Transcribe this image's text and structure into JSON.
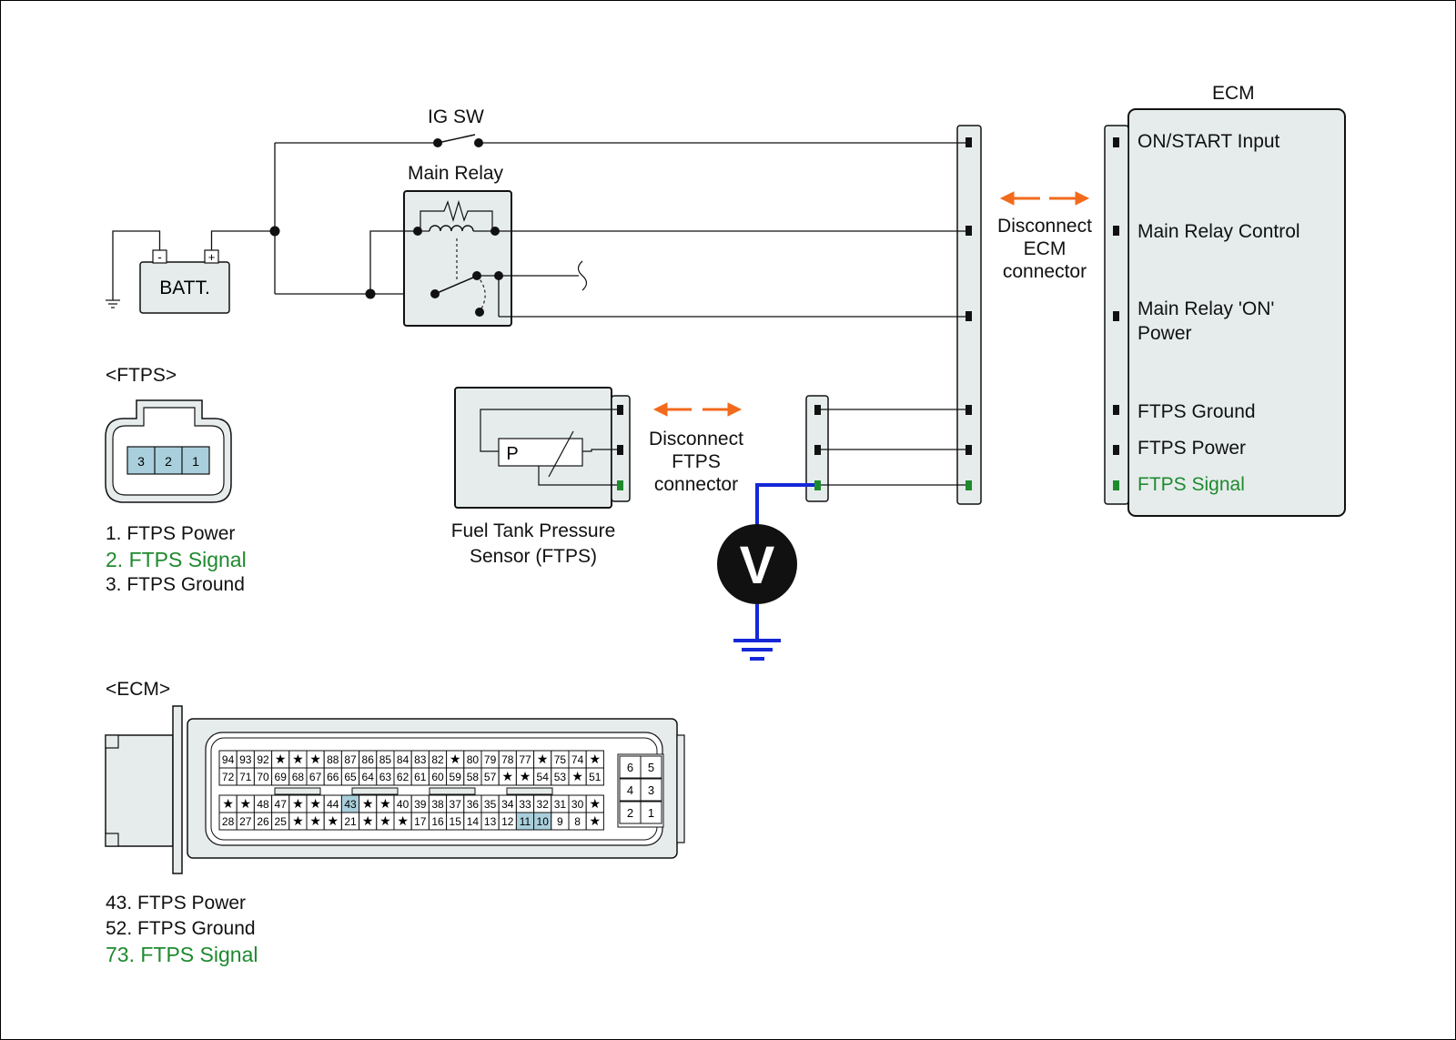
{
  "labels": {
    "ig_sw": "IG SW",
    "main_relay": "Main Relay",
    "batt": "BATT.",
    "ecm_title": "ECM",
    "disconnect_ecm": [
      "Disconnect",
      "ECM",
      "connector"
    ],
    "disconnect_ftps": [
      "Disconnect",
      "FTPS",
      "connector"
    ],
    "sensor_name": [
      "Fuel Tank Pressure",
      "Sensor (FTPS)"
    ],
    "sensor_p": "P",
    "voltmeter": "V",
    "batt_minus": "-",
    "batt_plus": "+"
  },
  "ecm_pins": [
    {
      "label": "ON/START Input",
      "color": "#111111"
    },
    {
      "label": "Main Relay Control",
      "color": "#111111"
    },
    {
      "label": "Main Relay 'ON'\nPower",
      "color": "#111111"
    },
    {
      "label": "FTPS Ground",
      "color": "#111111"
    },
    {
      "label": "FTPS Power",
      "color": "#111111"
    },
    {
      "label": "FTPS Signal",
      "color": "#1e8a2e"
    }
  ],
  "ftps_connector": {
    "title": "<FTPS>",
    "pins": [
      "3",
      "2",
      "1"
    ],
    "legend": [
      {
        "text": "1. FTPS Power",
        "highlight": false
      },
      {
        "text": "2. FTPS Signal",
        "highlight": true
      },
      {
        "text": "3. FTPS Ground",
        "highlight": false
      }
    ]
  },
  "ecm_connector": {
    "title": "<ECM>",
    "rows": [
      [
        "94",
        "93",
        "92",
        "★",
        "★",
        "★",
        "88",
        "87",
        "86",
        "85",
        "84",
        "83",
        "82",
        "★",
        "80",
        "79",
        "78",
        "77",
        "★",
        "75",
        "74",
        "★"
      ],
      [
        "72",
        "71",
        "70",
        "69",
        "68",
        "67",
        "66",
        "65",
        "64",
        "63",
        "62",
        "61",
        "60",
        "59",
        "58",
        "57",
        "★",
        "★",
        "54",
        "53",
        "★",
        "51"
      ],
      [
        "★",
        "★",
        "48",
        "47",
        "★",
        "★",
        "44",
        "43",
        "★",
        "★",
        "40",
        "39",
        "38",
        "37",
        "36",
        "35",
        "34",
        "33",
        "32",
        "31",
        "30",
        "★"
      ],
      [
        "28",
        "27",
        "26",
        "25",
        "★",
        "★",
        "★",
        "21",
        "★",
        "★",
        "★",
        "17",
        "16",
        "15",
        "14",
        "13",
        "12",
        "11",
        "10",
        "9",
        "8",
        "★"
      ]
    ],
    "highlighted": [
      "43",
      "11",
      "10"
    ],
    "side_pins": [
      [
        "6",
        "5"
      ],
      [
        "4",
        "3"
      ],
      [
        "2",
        "1"
      ]
    ],
    "legend": [
      {
        "text": "43. FTPS Power",
        "highlight": false
      },
      {
        "text": "52. FTPS Ground",
        "highlight": false
      },
      {
        "text": "73. FTPS Signal",
        "highlight": true
      }
    ]
  },
  "colors": {
    "wire": "#111111",
    "probe_wire": "#1428d8",
    "arrow": "#f26a1b",
    "signal": "#1e8a2e",
    "box_fill": "#e6ecec",
    "pin_highlight": "#a9cfdc"
  }
}
